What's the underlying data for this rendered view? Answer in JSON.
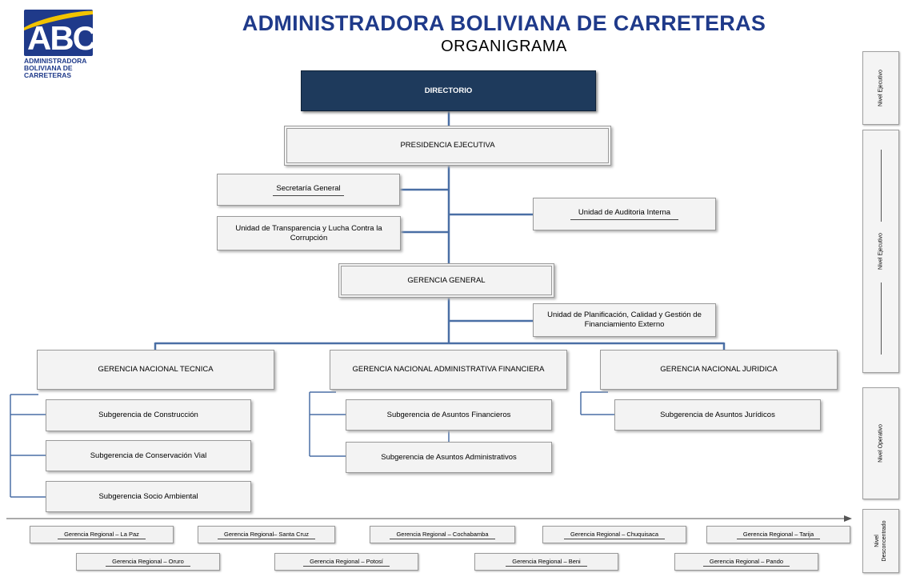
{
  "header": {
    "logo_text": "ABC",
    "logo_subtext": "ADMINISTRADORA\nBOLIVIANA DE\nCARRETERAS",
    "title": "ADMINISTRADORA BOLIVIANA DE CARRETERAS",
    "subtitle": "ORGANIGRAMA"
  },
  "colors": {
    "title_blue": "#1f3a8a",
    "directorio_fill": "#1e3a5c",
    "connector_blue": "#4a6fa5",
    "box_fill": "#f3f3f3"
  },
  "org": {
    "directorio": "DIRECTORIO",
    "presidencia": "PRESIDENCIA EJECUTIVA",
    "secretaria": "Secretaría General",
    "transparencia": "Unidad de Transparencia y Lucha Contra la Corrupción",
    "auditoria": "Unidad de Auditoria Interna",
    "gerencia_general": "GERENCIA GENERAL",
    "planificacion": "Unidad de Planificación, Calidad y  Gestión de Financiamiento Externo",
    "gn_tecnica": "GERENCIA NACIONAL TECNICA",
    "gn_admin": "GERENCIA NACIONAL ADMINISTRATIVA FINANCIERA",
    "gn_juridica": "GERENCIA NACIONAL JURIDICA",
    "sub_construccion": "Subgerencia de Construcción",
    "sub_conservacion": "Subgerencia de Conservación Vial",
    "sub_socio": "Subgerencia Socio Ambiental",
    "sub_financieros": "Subgerencia de Asuntos Financieros",
    "sub_administrativos": "Subgerencia de Asuntos Administrativos",
    "sub_juridicos": "Subgerencia de Asuntos Jurídicos"
  },
  "regionales": {
    "row1": [
      "Gerencia Regional – La Paz",
      "Gerencia Regional– Santa Cruz",
      "Gerencia Regional – Cochabamba",
      "Gerencia Regional – Chuquisaca",
      "Gerencia Regional – Tarija"
    ],
    "row2": [
      "Gerencia Regional – Oruro",
      "Gerencia Regional – Potosí",
      "Gerencia Regional – Beni",
      "Gerencia Regional – Pando"
    ]
  },
  "levels": {
    "ejecutivo_top": "Nivel Ejecutivo",
    "ejecutivo": "Nivel Ejecutivo",
    "operativo": "Nivel Operativo",
    "desconcentrado": "Nivel\nDesconcentrado"
  }
}
